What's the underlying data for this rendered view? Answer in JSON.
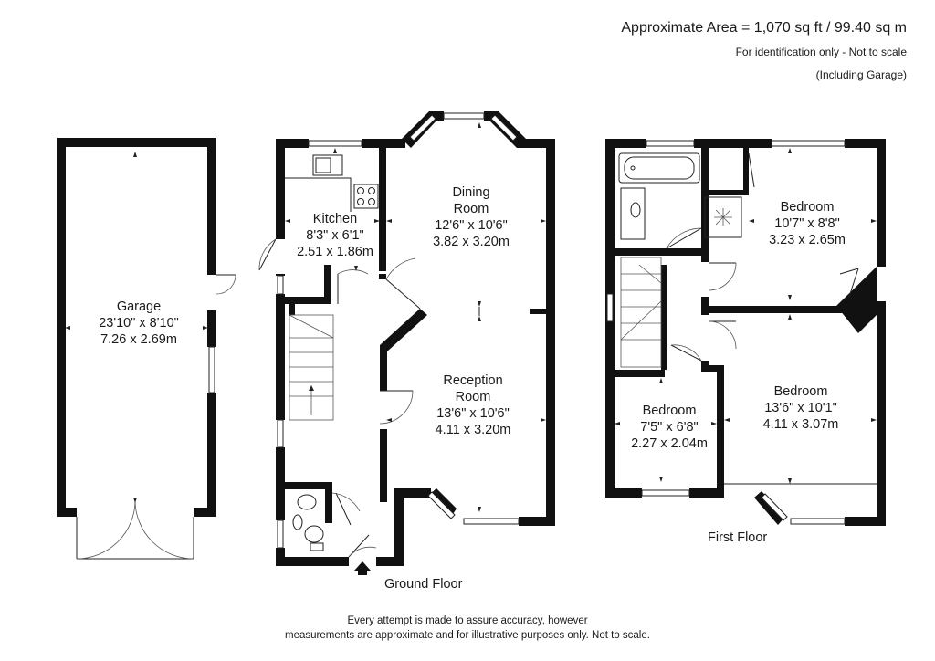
{
  "header": {
    "area": "Approximate Area = 1,070 sq ft / 99.40 sq m",
    "note": "For identification only - Not to scale",
    "incl": "(Including Garage)"
  },
  "footer": {
    "line1": "Every attempt is made to assure accuracy, however",
    "line2": "measurements are approximate and for illustrative purposes only. Not to scale."
  },
  "floors": {
    "ground": "Ground Floor",
    "first": "First Floor"
  },
  "rooms": {
    "garage": {
      "name": "Garage",
      "imperial": "23'10\" x 8'10\"",
      "metric": "7.26 x 2.69m"
    },
    "kitchen": {
      "name": "Kitchen",
      "imperial": "8'3\" x 6'1\"",
      "metric": "2.51 x 1.86m"
    },
    "dining": {
      "name1": "Dining",
      "name2": "Room",
      "imperial": "12'6\" x 10'6\"",
      "metric": "3.82 x 3.20m"
    },
    "reception": {
      "name1": "Reception",
      "name2": "Room",
      "imperial": "13'6\" x 10'6\"",
      "metric": "4.11 x 3.20m"
    },
    "bedroom1": {
      "name": "Bedroom",
      "imperial": "10'7\" x 8'8\"",
      "metric": "3.23 x 2.65m"
    },
    "bedroom2": {
      "name": "Bedroom",
      "imperial": "13'6\" x 10'1\"",
      "metric": "4.11 x 3.07m"
    },
    "bedroom3": {
      "name": "Bedroom",
      "imperial": "7'5\" x 6'8\"",
      "metric": "2.27 x 2.04m"
    }
  }
}
